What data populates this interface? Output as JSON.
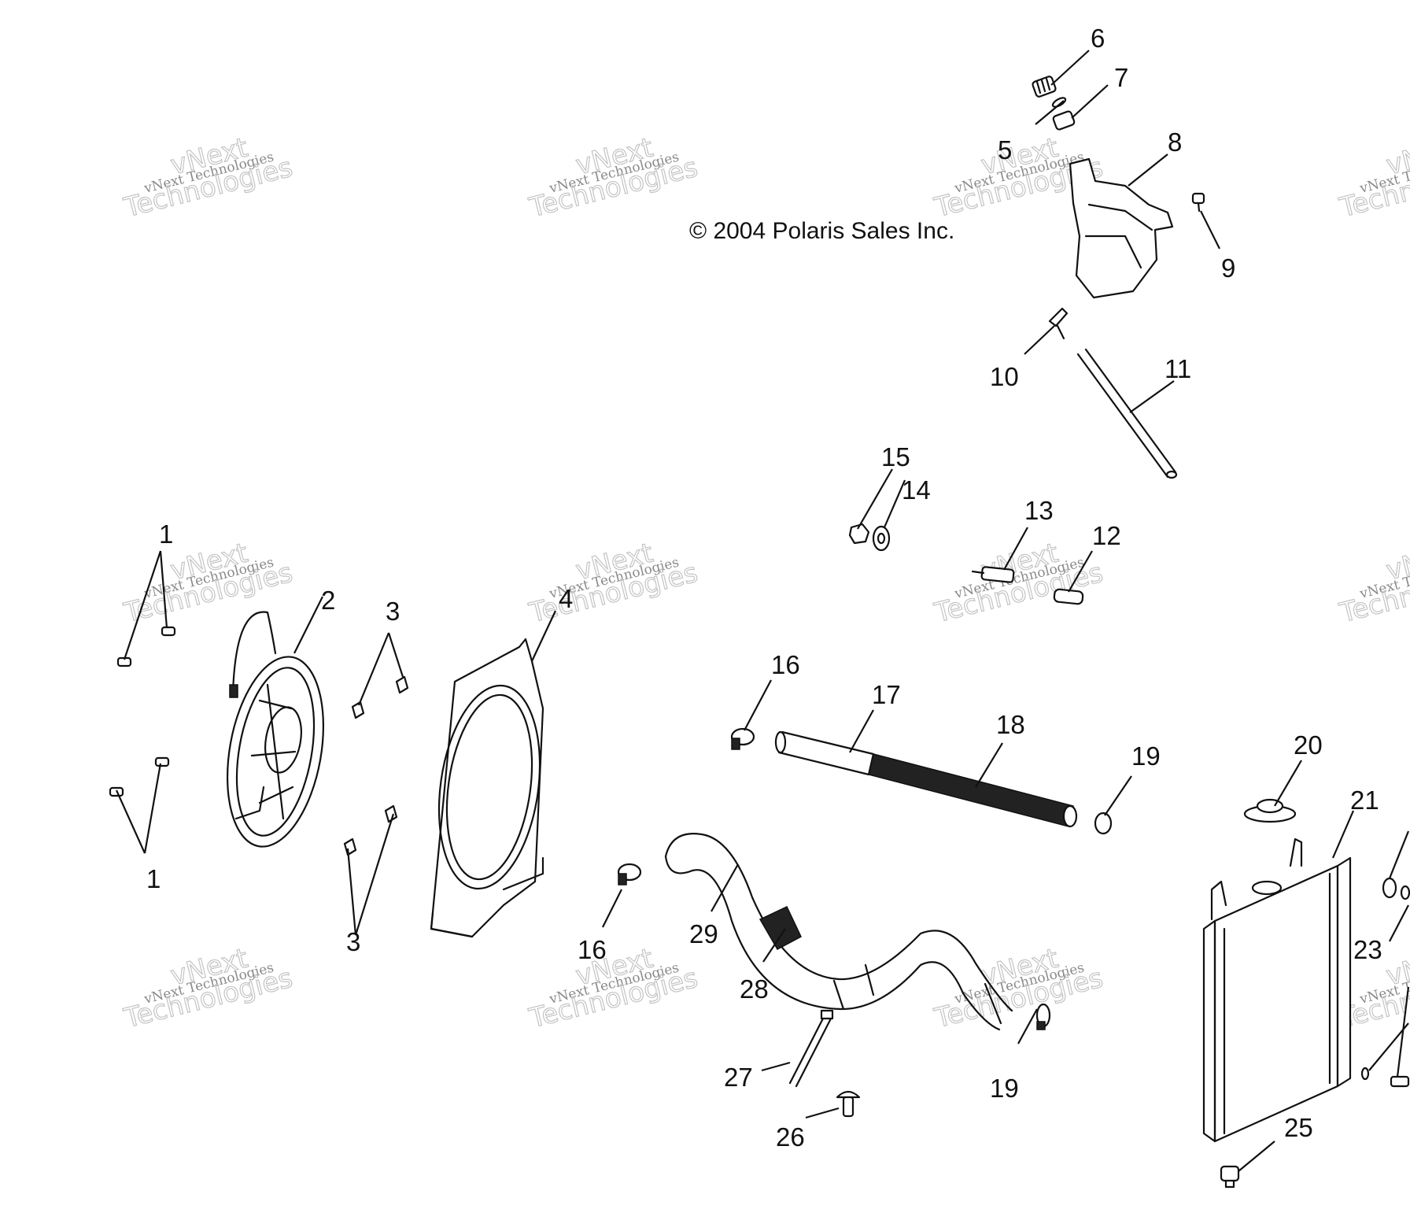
{
  "copyright": "© 2004 Polaris Sales Inc.",
  "watermark": {
    "line1": "vNext Technologies",
    "line2": "vNext",
    "line3": "Technologies"
  },
  "callouts": [
    "1",
    "1",
    "2",
    "3",
    "3",
    "4",
    "5",
    "6",
    "7",
    "8",
    "9",
    "10",
    "11",
    "12",
    "13",
    "14",
    "15",
    "16",
    "16",
    "17",
    "18",
    "19",
    "19",
    "20",
    "21",
    "23",
    "25",
    "26",
    "27",
    "28",
    "29"
  ]
}
